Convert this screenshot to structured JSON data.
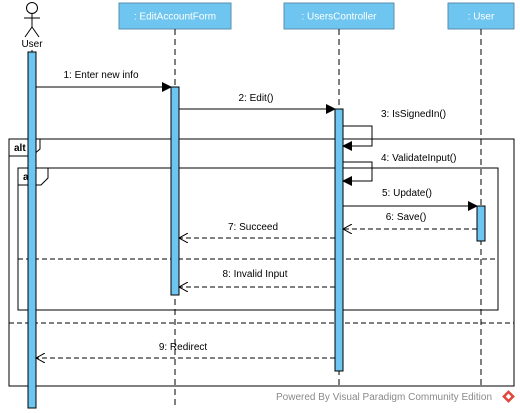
{
  "actor": {
    "name": "User"
  },
  "lifelines": [
    {
      "name": ": EditAccountForm"
    },
    {
      "name": ": UsersController"
    },
    {
      "name": ": User"
    }
  ],
  "fragments": [
    {
      "operator": "alt"
    },
    {
      "operator": "alt"
    }
  ],
  "messages": [
    {
      "label": "1: Enter new info"
    },
    {
      "label": "2: Edit()"
    },
    {
      "label": "3: IsSignedIn()"
    },
    {
      "label": "4: ValidateInput()"
    },
    {
      "label": "5: Update()"
    },
    {
      "label": "6: Save()"
    },
    {
      "label": "7: Succeed"
    },
    {
      "label": "8: Invalid Input"
    },
    {
      "label": "9: Redirect"
    }
  ],
  "watermark": "Powered By  Visual Paradigm Community Edition",
  "colors": {
    "lifeline_fill": "#6ec6f0",
    "activation_fill": "#6ec6f0",
    "line": "#000000"
  }
}
